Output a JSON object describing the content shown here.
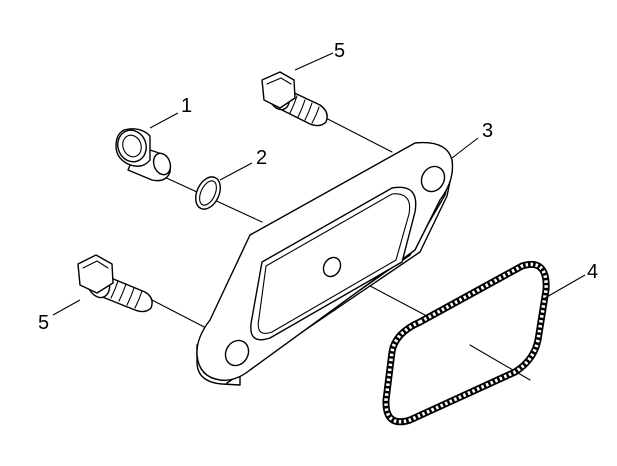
{
  "callouts": {
    "c1": "1",
    "c2": "2",
    "c3": "3",
    "c4": "4",
    "c5_top": "5",
    "c5_left": "5"
  },
  "parts": [
    {
      "number": "1",
      "kind": "plug"
    },
    {
      "number": "2",
      "kind": "o-ring"
    },
    {
      "number": "3",
      "kind": "cover-plate"
    },
    {
      "number": "4",
      "kind": "gasket"
    },
    {
      "number": "5",
      "kind": "flange-bolt",
      "quantity_shown": 2
    }
  ],
  "colors": {
    "line": "#000000",
    "background": "#ffffff"
  }
}
